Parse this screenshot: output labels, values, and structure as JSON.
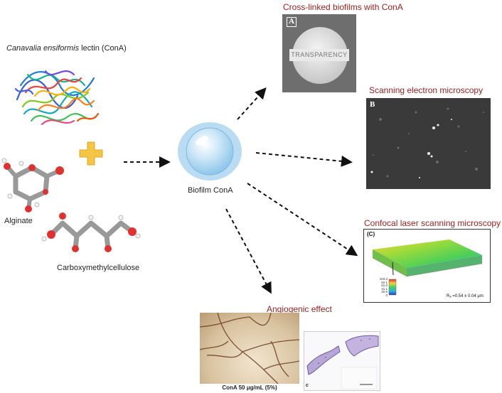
{
  "inputs": {
    "protein_label_italic": "Canavalia ensiformis",
    "protein_label_rest": " lectin (ConA)",
    "alginate_label": "Alginate",
    "cmc_label": "Carboxymethylcellulose"
  },
  "center": {
    "label": "Biofilm ConA"
  },
  "outputs": {
    "crosslinked": {
      "title": "Cross-linked biofilms with ConA",
      "panel": "A",
      "card_text": "TRANSPARENCY"
    },
    "sem": {
      "title": "Scanning electron microscopy",
      "panel": "B"
    },
    "clsm": {
      "title": "Confocal laser scanning microscopy",
      "panel": "(C)",
      "roughness": "Rₐ =0.54 ± 0.04 μm",
      "colorbar_ticks": [
        "103.3",
        "92.1",
        "61.6",
        "41.1",
        "20.5",
        "0"
      ]
    },
    "angio": {
      "title": "Angiogenic effect",
      "caption": "ConA 50 μg/mL (5%)",
      "inset_letter": "c"
    }
  },
  "colors": {
    "title_red": "#9b1c1c",
    "plus_yellow": "#f6c445",
    "bubble_blue": "#8fc6ea"
  }
}
